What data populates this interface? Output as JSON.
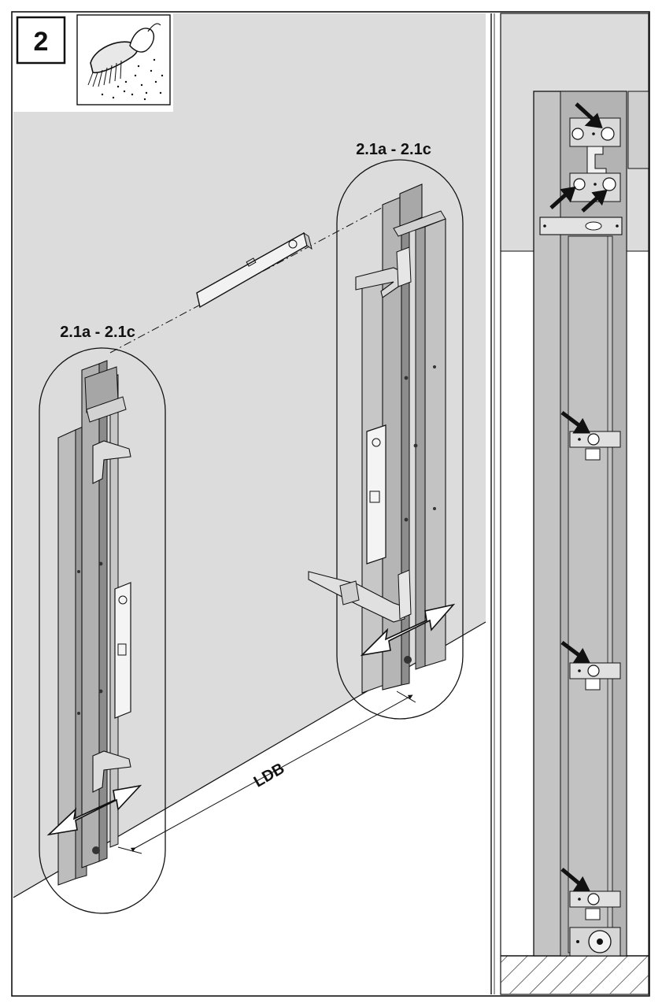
{
  "step": {
    "number": "2"
  },
  "callouts": {
    "right_group": "2.1a - 2.1c",
    "left_group": "2.1a - 2.1c"
  },
  "dimension": {
    "label": "LDB"
  },
  "icons": {
    "cleaning": "brush-cleaning-icon",
    "arrows": "arrow-icon"
  },
  "colors": {
    "wall": "#dcdcdc",
    "rail": "#b8b8b8",
    "rail_dark": "#8f8f8f",
    "line": "#111111",
    "floor_hatch": "#333333"
  }
}
